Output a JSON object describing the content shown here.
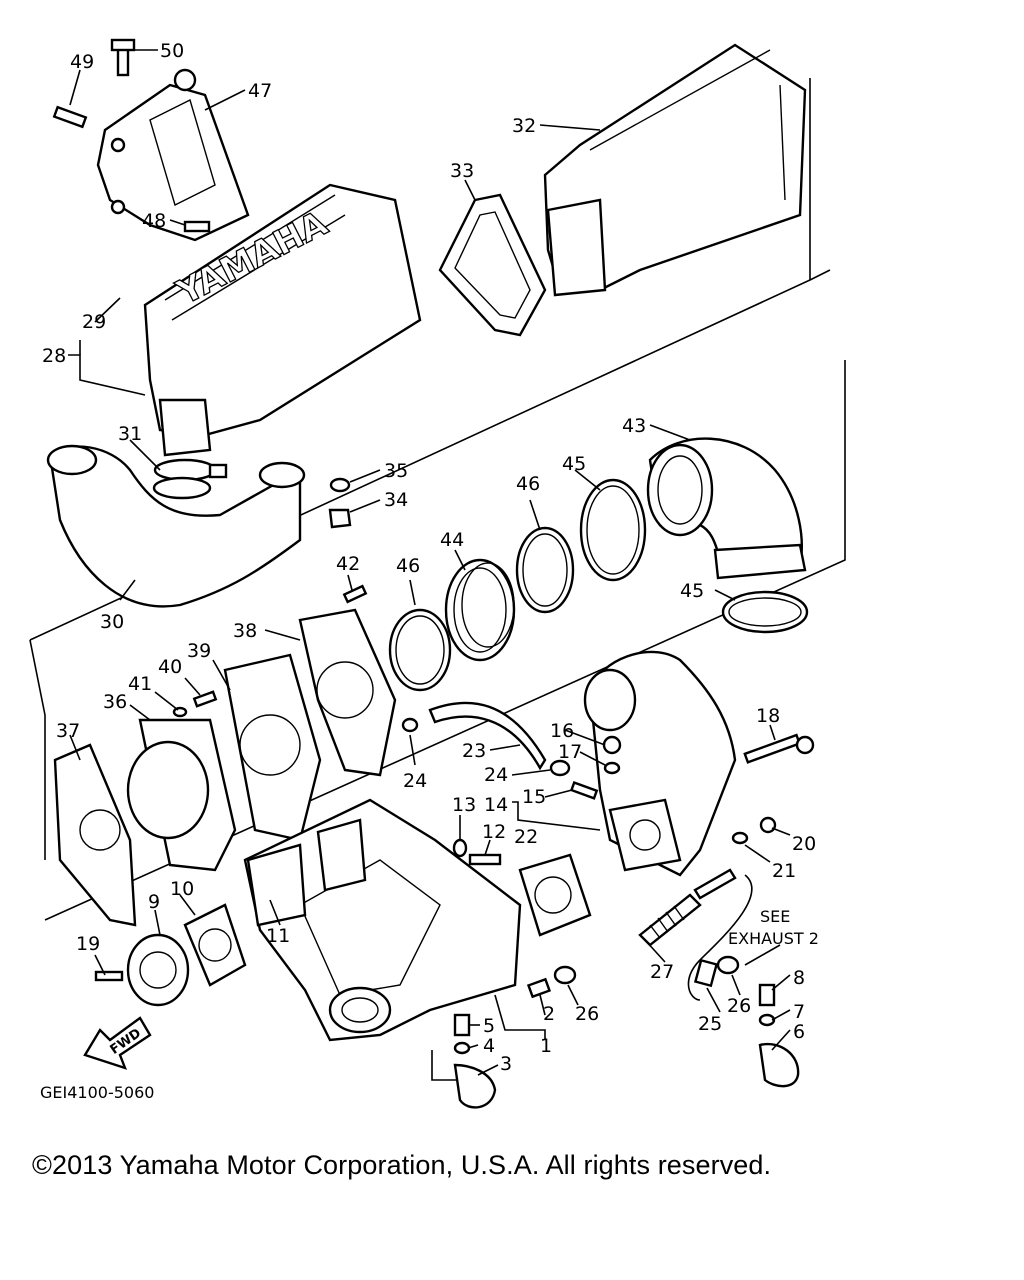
{
  "callouts": [
    {
      "id": "49",
      "text": "49"
    },
    {
      "id": "50",
      "text": "50"
    },
    {
      "id": "47",
      "text": "47"
    },
    {
      "id": "48",
      "text": "48"
    },
    {
      "id": "32",
      "text": "32"
    },
    {
      "id": "33",
      "text": "33"
    },
    {
      "id": "29",
      "text": "29"
    },
    {
      "id": "28",
      "text": "28"
    },
    {
      "id": "31",
      "text": "31"
    },
    {
      "id": "35",
      "text": "35"
    },
    {
      "id": "34",
      "text": "34"
    },
    {
      "id": "30",
      "text": "30"
    },
    {
      "id": "43",
      "text": "43"
    },
    {
      "id": "45a",
      "text": "45"
    },
    {
      "id": "46a",
      "text": "46"
    },
    {
      "id": "44",
      "text": "44"
    },
    {
      "id": "46b",
      "text": "46"
    },
    {
      "id": "42",
      "text": "42"
    },
    {
      "id": "45b",
      "text": "45"
    },
    {
      "id": "38",
      "text": "38"
    },
    {
      "id": "39",
      "text": "39"
    },
    {
      "id": "40",
      "text": "40"
    },
    {
      "id": "41",
      "text": "41"
    },
    {
      "id": "36",
      "text": "36"
    },
    {
      "id": "37",
      "text": "37"
    },
    {
      "id": "16",
      "text": "16"
    },
    {
      "id": "18",
      "text": "18"
    },
    {
      "id": "17",
      "text": "17"
    },
    {
      "id": "23",
      "text": "23"
    },
    {
      "id": "24a",
      "text": "24"
    },
    {
      "id": "24b",
      "text": "24"
    },
    {
      "id": "13",
      "text": "13"
    },
    {
      "id": "14",
      "text": "14"
    },
    {
      "id": "15",
      "text": "15"
    },
    {
      "id": "12",
      "text": "12"
    },
    {
      "id": "22",
      "text": "22"
    },
    {
      "id": "20",
      "text": "20"
    },
    {
      "id": "21",
      "text": "21"
    },
    {
      "id": "9",
      "text": "9"
    },
    {
      "id": "10",
      "text": "10"
    },
    {
      "id": "11",
      "text": "11"
    },
    {
      "id": "19",
      "text": "19"
    },
    {
      "id": "27",
      "text": "27"
    },
    {
      "id": "26a",
      "text": "26"
    },
    {
      "id": "26b",
      "text": "26"
    },
    {
      "id": "8",
      "text": "8"
    },
    {
      "id": "7",
      "text": "7"
    },
    {
      "id": "6",
      "text": "6"
    },
    {
      "id": "25",
      "text": "25"
    },
    {
      "id": "2",
      "text": "2"
    },
    {
      "id": "1",
      "text": "1"
    },
    {
      "id": "5",
      "text": "5"
    },
    {
      "id": "4",
      "text": "4"
    },
    {
      "id": "3",
      "text": "3"
    }
  ],
  "see_note": {
    "line1": "SEE",
    "line2": "EXHAUST 2"
  },
  "brand_on_muffler": "YAMAHA",
  "fwd_arrow": "FWD",
  "drawing_code": "GEI4100-5060",
  "copyright": "©2013 Yamaha Motor Corporation, U.S.A. All rights reserved."
}
